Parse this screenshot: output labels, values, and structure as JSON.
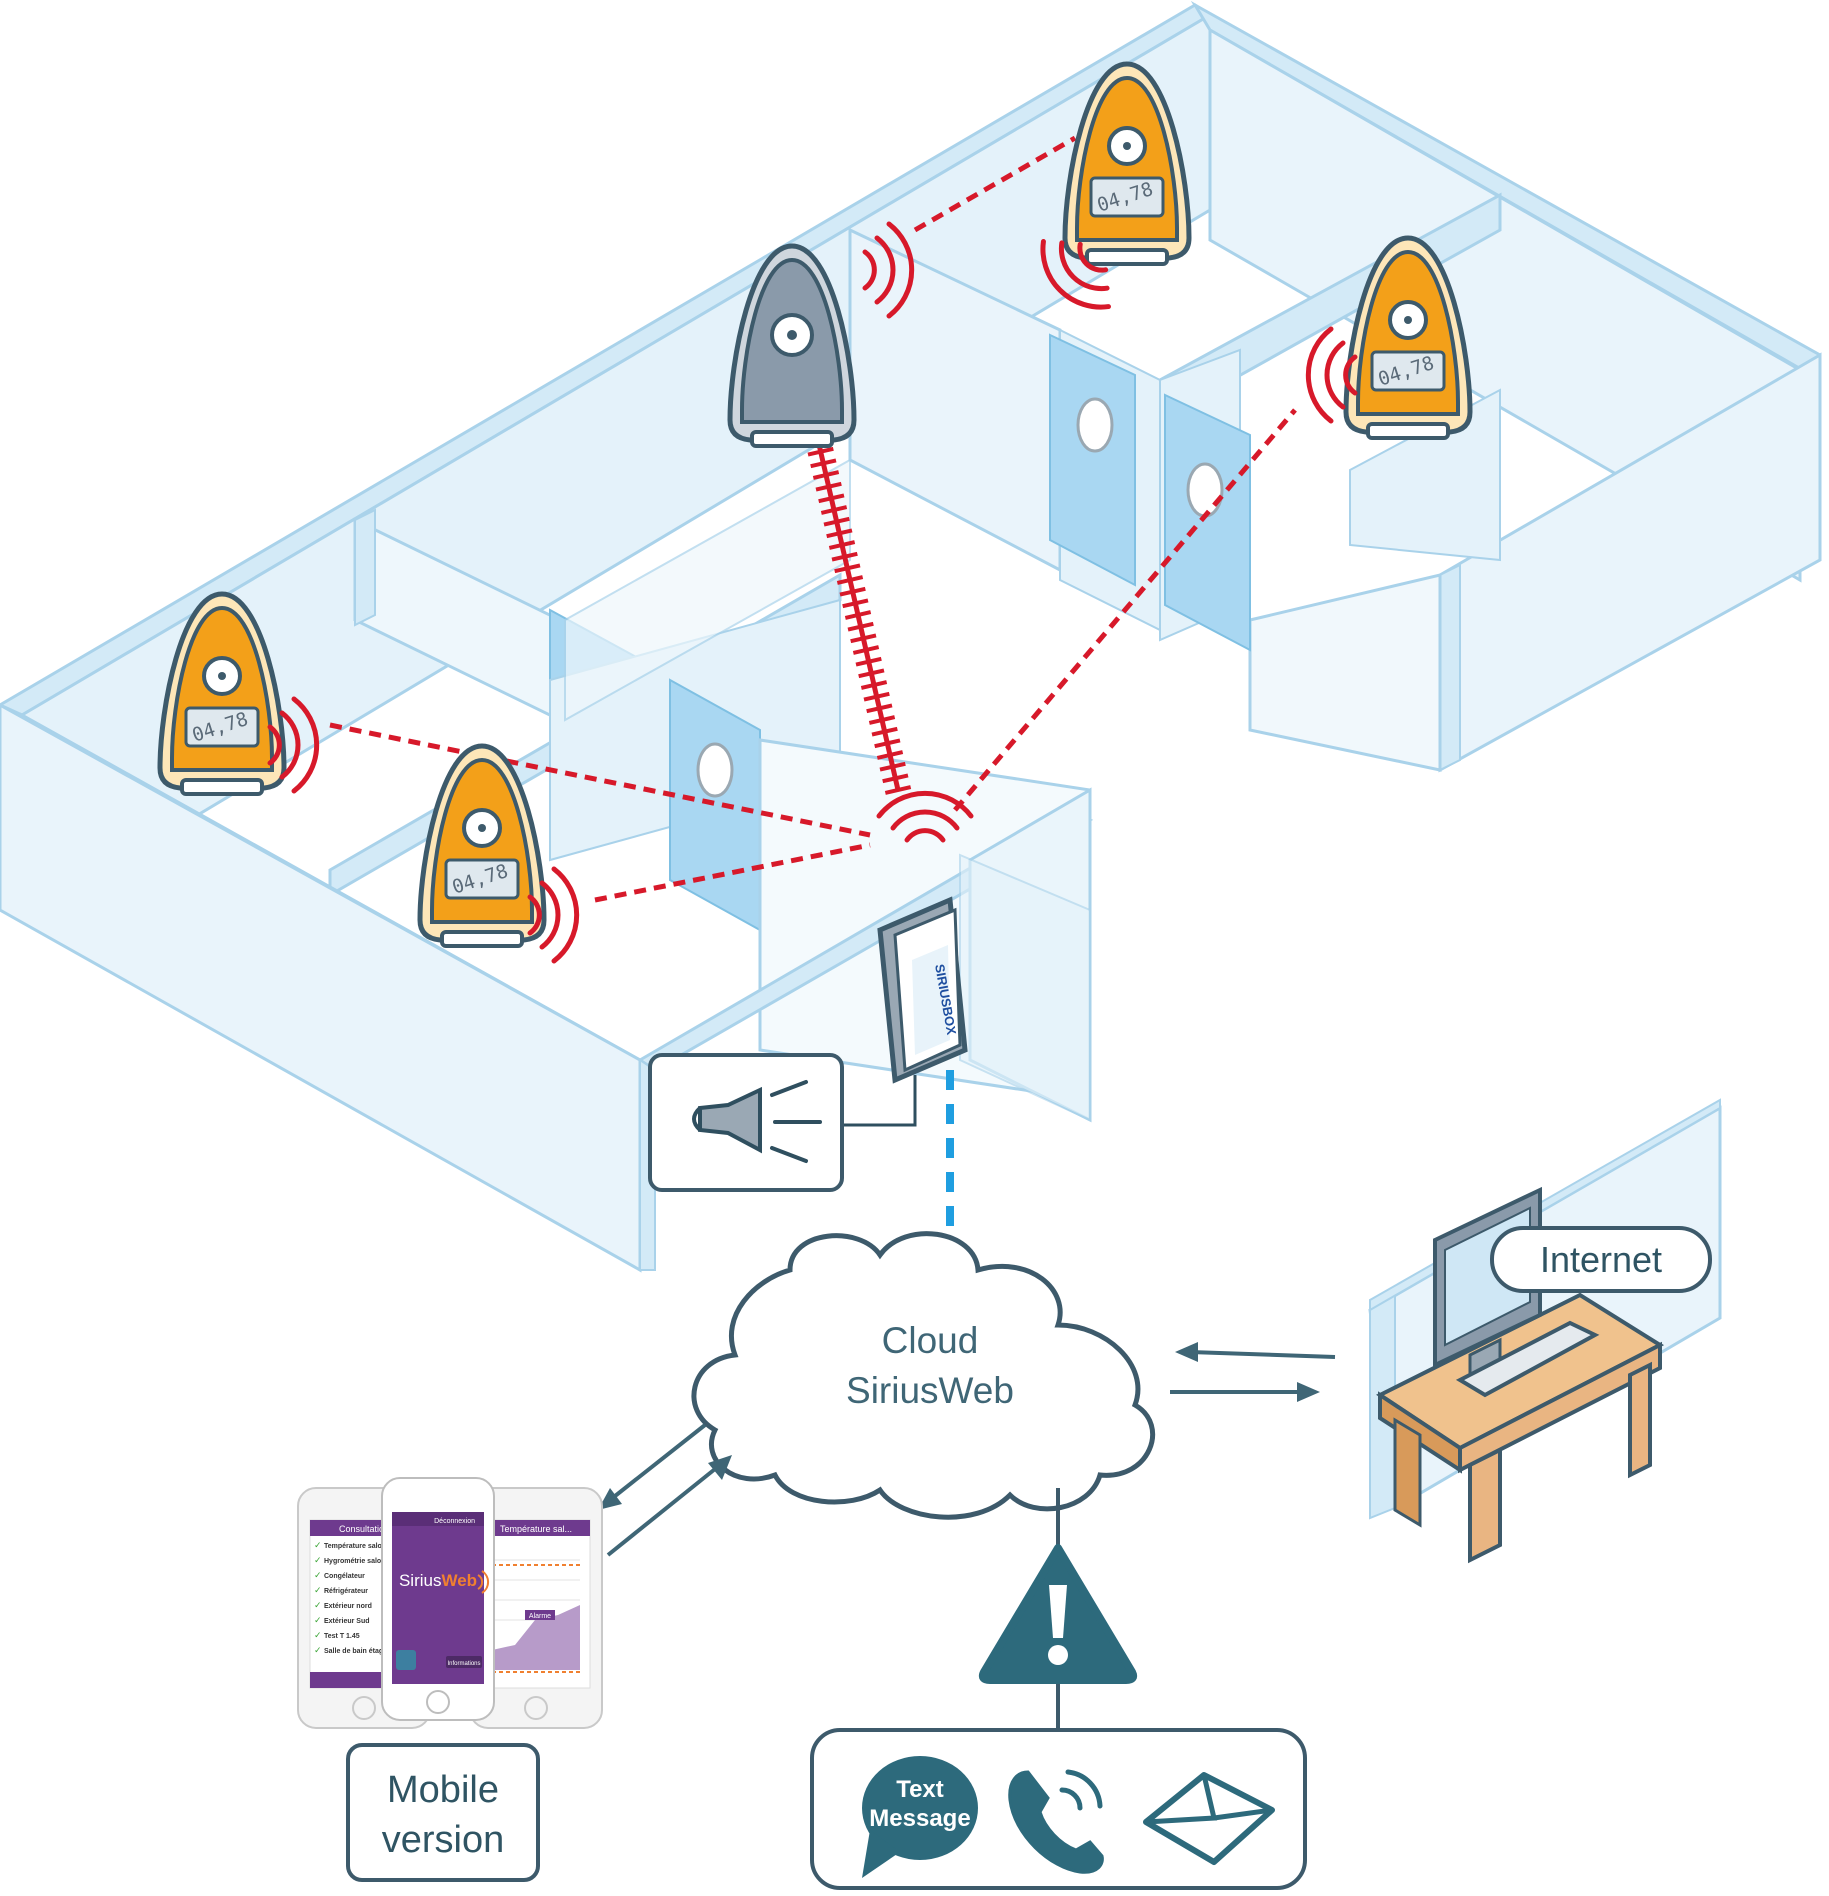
{
  "sensor_readout": "04,78",
  "cloud": {
    "line1": "Cloud",
    "line2": "SiriusWeb"
  },
  "internet_label": "Internet",
  "mobile_label": {
    "line1": "Mobile",
    "line2": "version"
  },
  "alerts": {
    "text_message_line1": "Text",
    "text_message_line2": "Message"
  },
  "gateway_brand": "SIRIUSBOX",
  "phone_app": {
    "brand_part1": "Sirius",
    "brand_part2": "Web",
    "left_header": "Consultation",
    "center_header": "Déconnexion",
    "right_header": "Température sal...",
    "info_button": "Informations",
    "alarm_tag": "Alarme",
    "list_items": [
      "Température salon",
      "Hygrométrie salon",
      "Congélateur",
      "Réfrigérateur",
      "Extérieur nord",
      "Extérieur Sud",
      "Test T 1.45",
      "Salle de bain étage"
    ]
  },
  "colors": {
    "wall_face": "#e9f4fb",
    "wall_inner": "#d3eaf7",
    "wall_line": "#a9d2ea",
    "door": "#a9d7f2",
    "sensor_orange": "#f3a019",
    "sensor_cream": "#fde6b8",
    "sensor_outline": "#3d5a6b",
    "master_gray": "#8a9aaa",
    "radio_red": "#d7192a",
    "wired_blue": "#1f9ee0",
    "dark_teal": "#2d6a7c",
    "arrow": "#3f6676",
    "purple_app": "#6e3a8e",
    "desk_wood": "#e9b582"
  }
}
